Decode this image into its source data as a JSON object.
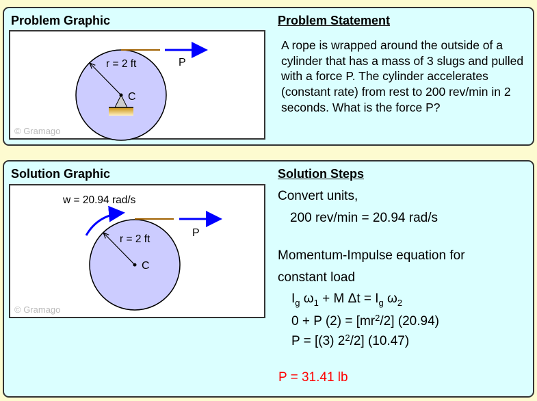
{
  "problem": {
    "graphic_title": "Problem Graphic",
    "statement_title": "Problem Statement",
    "statement": "A rope is wrapped around the outside of a cylinder that has a mass of 3 slugs and pulled with a force P. The cylinder accelerates (constant rate) from rest to 200 rev/min in 2 seconds. What is the force P?",
    "watermark": "© Gramago",
    "radius_label": "r = 2 ft",
    "center_label": "C",
    "force_label": "P"
  },
  "solution": {
    "graphic_title": "Solution Graphic",
    "steps_title": "Solution Steps",
    "watermark": "© Gramago",
    "omega_label": "w = 20.94 rad/s",
    "radius_label": "r = 2 ft",
    "center_label": "C",
    "force_label": "P",
    "step1": "Convert units,",
    "step2": "200 rev/min = 20.94 rad/s",
    "step3": "Momentum-Impulse equation for",
    "step4": "constant load",
    "eq1": {
      "a": "I",
      "a_sub": "g",
      "b": " ω",
      "b_sub": "1",
      "c": " + M Δt = I",
      "c_sub": "g",
      "d": " ω",
      "d_sub": "2"
    },
    "eq2": {
      "a": "0 + P (2) = [mr",
      "sup": "2",
      "b": "/2] (20.94)"
    },
    "eq3": {
      "a": "P = [(3) 2",
      "sup": "2",
      "b": "/2] (10.47)"
    },
    "answer": "P = 31.41 lb"
  },
  "colors": {
    "answer": "#ff0000",
    "arrow": "#0000ff",
    "rope": "#a06000",
    "disk": "#ccccff"
  }
}
